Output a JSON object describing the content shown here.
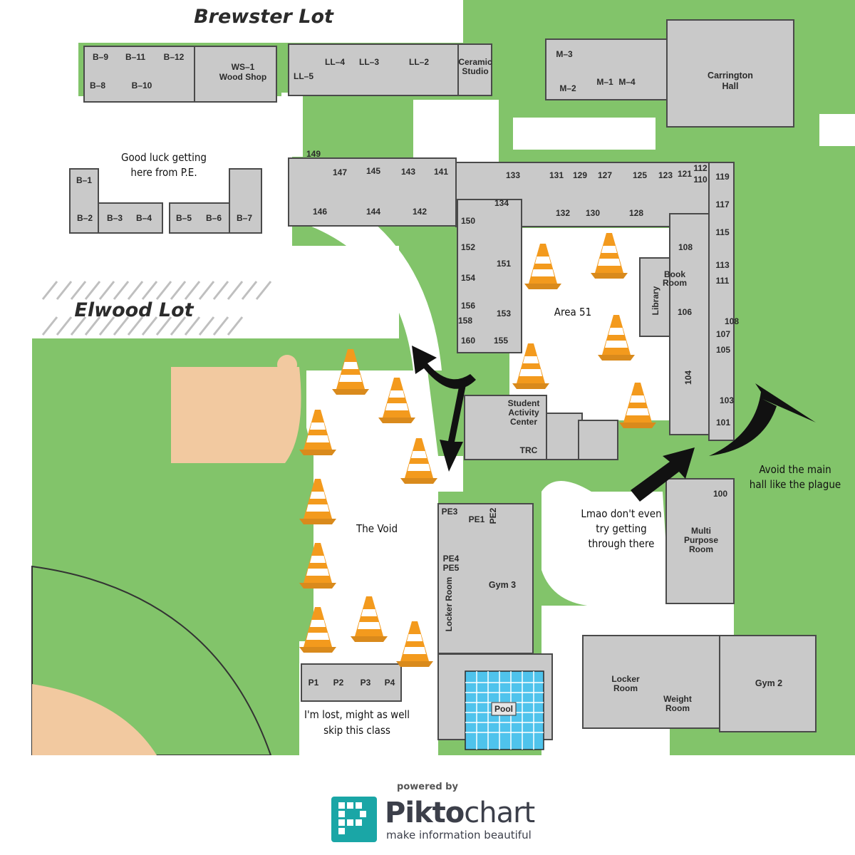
{
  "lots": {
    "brewster": "Brewster Lot",
    "elwood": "Elwood Lot"
  },
  "buildings": {
    "b9": "B–9",
    "b11": "B–11",
    "b12": "B–12",
    "b8": "B–8",
    "b10": "B–10",
    "ws1_a": "WS–1",
    "ws1_b": "Wood Shop",
    "ll4": "LL–4",
    "ll3": "LL–3",
    "ll2": "LL–2",
    "ll5": "LL–5",
    "ceramic_a": "Ceramic",
    "ceramic_b": "Studio",
    "m3": "M–3",
    "m2": "M–2",
    "m1": "M–1",
    "m4": "M–4",
    "carrington_a": "Carrington",
    "carrington_b": "Hall",
    "b1": "B–1",
    "b2": "B–2",
    "b3": "B–3",
    "b4": "B–4",
    "b5": "B–5",
    "b6": "B–6",
    "b7": "B–7",
    "r149": "149",
    "r147": "147",
    "r145": "145",
    "r143": "143",
    "r141": "141",
    "r146": "146",
    "r144": "144",
    "r142": "142",
    "r133": "133",
    "r131": "131",
    "r129": "129",
    "r127": "127",
    "r125": "125",
    "r123": "123",
    "r121": "121",
    "r112": "112",
    "r110": "110",
    "r119": "119",
    "r134": "134",
    "r132": "132",
    "r130": "130",
    "r128": "128",
    "r117": "117",
    "r115": "115",
    "r113": "113",
    "r111": "111",
    "r108": "108",
    "bookroom_a": "Book",
    "bookroom_b": "Room",
    "library": "Library",
    "r106": "106",
    "r107": "107",
    "r105": "105",
    "r108b": "108",
    "r104": "104",
    "r103": "103",
    "r101": "101",
    "r100": "100",
    "r150": "150",
    "r152": "152",
    "r154": "154",
    "r156": "156",
    "r158": "158",
    "r160": "160",
    "r151": "151",
    "r153": "153",
    "r155": "155",
    "sac_a": "Student",
    "sac_b": "Activity",
    "sac_c": "Center",
    "trc": "TRC",
    "pe3": "PE3",
    "pe1": "PE1",
    "pe2": "PE2",
    "pe4": "PE4",
    "pe5": "PE5",
    "gym3": "Gym 3",
    "locker_room_v": "Locker Room",
    "mpr_a": "Multi",
    "mpr_b": "Purpose",
    "mpr_c": "Room",
    "p1": "P1",
    "p2": "P2",
    "p3": "P3",
    "p4": "P4",
    "pool": "Pool",
    "locker_a": "Locker",
    "locker_b": "Room",
    "weight_a": "Weight",
    "weight_b": "Room",
    "gym2": "Gym 2"
  },
  "annotations": {
    "pe_a": "Good luck getting",
    "pe_b": "here from P.E.",
    "area51": "Area 51",
    "void": "The Void",
    "lmao_a": "Lmao don't even",
    "lmao_b": "try getting",
    "lmao_c": "through there",
    "avoid_a": "Avoid the main",
    "avoid_b": "hall like the plague",
    "lost_a": "I'm lost, might as well",
    "lost_b": "skip this class"
  },
  "icons": {
    "cone": "traffic-cone-icon",
    "arrow": "arrow-icon",
    "logo": "piktochart-logo-icon"
  },
  "colors": {
    "grass": "#82c46a",
    "building": "#c9c9c9",
    "cone": "#f39a1d",
    "pool": "#4fc3ec",
    "infield": "#f2c9a0",
    "brand": "#1aa6a6"
  },
  "footer": {
    "powered": "powered by",
    "brand_bold": "Pikto",
    "brand_rest": "chart",
    "tagline": "make information beautiful"
  }
}
